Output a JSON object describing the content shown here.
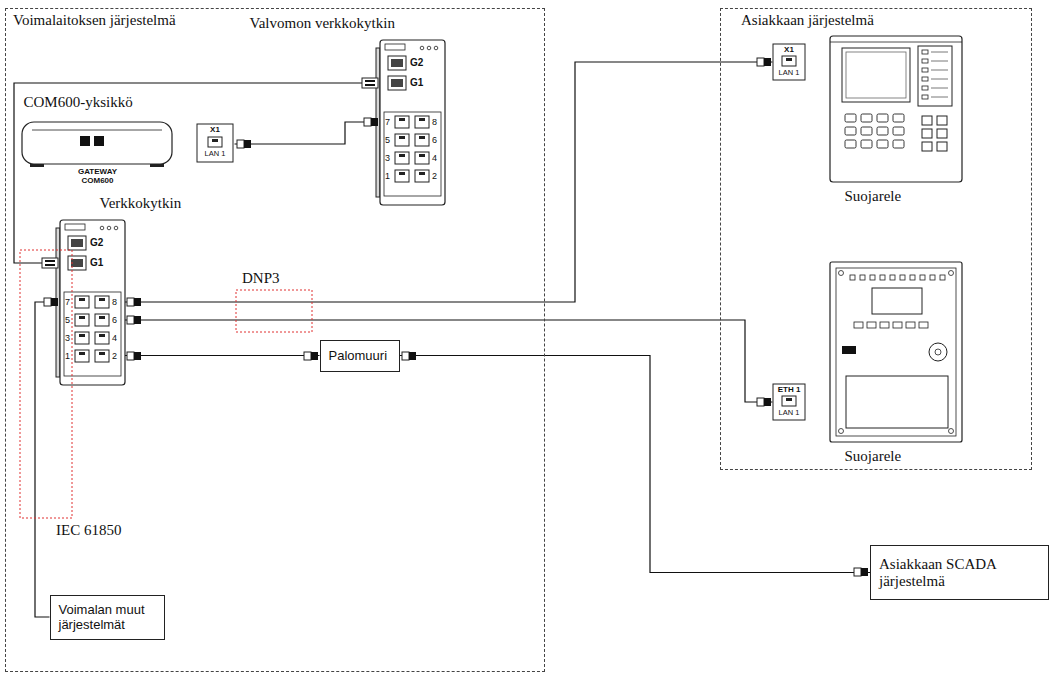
{
  "diagram": {
    "nodes": [
      {
        "text": [
          "Voimalaitoksen järjestelmä"
        ]
      },
      {
        "text": [
          "Valvomon verkkokytkin"
        ],
        "in": 0
      },
      {
        "text": [
          "COM600-yksikkö",
          "GATEWAY COM600"
        ],
        "in": 0
      },
      {
        "text": [
          "Verkkokytkin"
        ],
        "in": 0
      },
      {
        "text": [
          "Palomuuri"
        ],
        "in": 0
      },
      {
        "text": [
          "Voimalan muut järjestelmät"
        ],
        "in": 0
      },
      {
        "text": [
          "Asiakkaan järjestelmä"
        ]
      },
      {
        "text": [
          "Suojarele"
        ],
        "in": 6
      },
      {
        "text": [
          "Suojarele"
        ],
        "in": 6
      },
      {
        "text": [
          "Asiakkaan SCADA järjestelmä"
        ]
      }
    ],
    "edges": [
      {
        "from": 1,
        "to": 3,
        "arrow": "none"
      },
      {
        "from": 2,
        "to": 1,
        "arrow": "none"
      },
      {
        "from": 3,
        "to": 7,
        "arrow": "none"
      },
      {
        "from": 3,
        "to": 8,
        "arrow": "none"
      },
      {
        "from": 3,
        "to": 4,
        "arrow": "none"
      },
      {
        "from": 4,
        "to": 9,
        "arrow": "none"
      },
      {
        "from": 3,
        "to": 5,
        "arrow": "none"
      }
    ],
    "labels": [
      "DNP3",
      "IEC 61850",
      "G2",
      "G1",
      "7",
      "8",
      "5",
      "6",
      "3",
      "4",
      "1",
      "2",
      "G2",
      "G1",
      "7",
      "8",
      "5",
      "6",
      "3",
      "4",
      "1",
      "2",
      "X1",
      "LAN 1",
      "X1",
      "LAN 1",
      "ETH 1",
      "LAN 1"
    ]
  }
}
